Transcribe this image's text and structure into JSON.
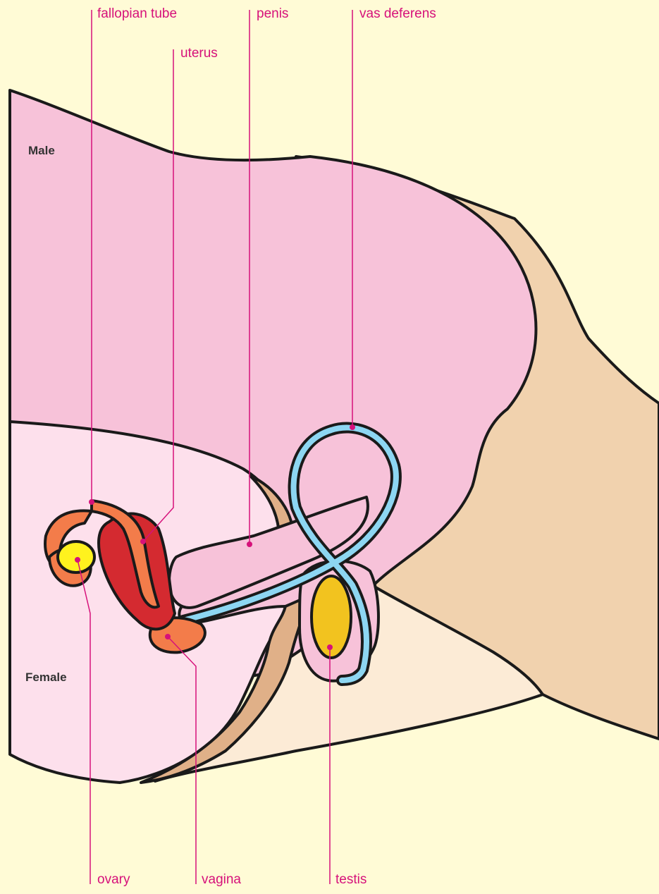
{
  "labels": {
    "fallopian_tube": "fallopian tube",
    "penis": "penis",
    "vas_deferens": "vas deferens",
    "uterus": "uterus",
    "ovary": "ovary",
    "vagina": "vagina",
    "testis": "testis"
  },
  "regions": {
    "male": "Male",
    "female": "Female"
  },
  "colors": {
    "background": "#fffbd6",
    "male_body": "#f7c2d9",
    "female_body": "#fde0ec",
    "skin": "#f1d2ae",
    "light_skin": "#fcebd6",
    "tissue": "#e0b088",
    "uterus": "#d42a30",
    "vagina": "#f37c4a",
    "ovary": "#fff21e",
    "testis": "#f2c31f",
    "vas_deferens": "#8dd6f2",
    "label_text": "#d6117a",
    "outline": "#1a1a1a"
  }
}
